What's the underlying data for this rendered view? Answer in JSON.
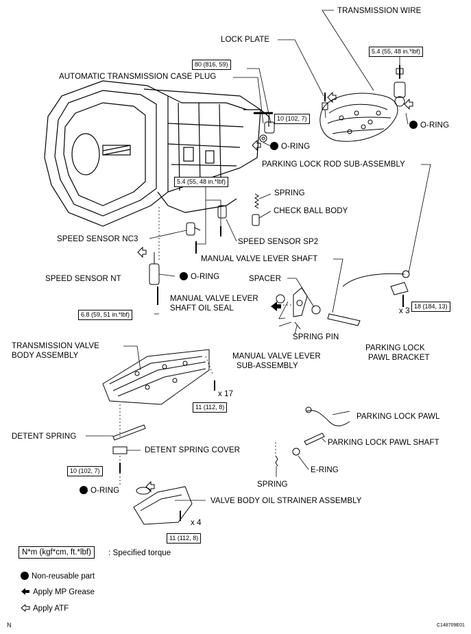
{
  "labels": {
    "transmission_wire": "TRANSMISSION WIRE",
    "lock_plate": "LOCK PLATE",
    "case_plug": "AUTOMATIC TRANSMISSION CASE PLUG",
    "o_ring": "O-RING",
    "parking_lock_rod": "PARKING LOCK ROD SUB-ASSEMBLY",
    "spring": "SPRING",
    "check_ball_body": "CHECK BALL BODY",
    "speed_sensor_nc3": "SPEED SENSOR NC3",
    "speed_sensor_sp2": "SPEED SENSOR SP2",
    "manual_valve_lever_shaft": "MANUAL VALVE LEVER SHAFT",
    "speed_sensor_nt": "SPEED SENSOR NT",
    "spacer": "SPACER",
    "mv_lever_shaft_oil_seal_1": "MANUAL VALVE LEVER",
    "mv_lever_shaft_oil_seal_2": "SHAFT OIL SEAL",
    "spring_pin": "SPRING PIN",
    "parking_lock_pawl_bracket_1": "PARKING LOCK",
    "parking_lock_pawl_bracket_2": "PAWL BRACKET",
    "transmission_valve_body_1": "TRANSMISSION VALVE",
    "transmission_valve_body_2": "BODY ASSEMBLY",
    "mv_lever_sub_assy_1": "MANUAL VALVE LEVER",
    "mv_lever_sub_assy_2": "SUB-ASSEMBLY",
    "parking_lock_pawl": "PARKING LOCK PAWL",
    "detent_spring": "DETENT SPRING",
    "parking_lock_pawl_shaft": "PARKING LOCK PAWL SHAFT",
    "detent_spring_cover": "DETENT SPRING COVER",
    "e_ring": "E-RING",
    "valve_body_oil_strainer": "VALVE BODY OIL STRAINER ASSEMBLY"
  },
  "torques": {
    "t_80": "80 (816, 59)",
    "t_54_a": "5.4 (55, 48 in.*lbf)",
    "t_10_a": "10 (102, 7)",
    "t_54_b": "5.4 (55, 48 in.*lbf)",
    "t_68": "6.8 (59, 51 in.*lbf)",
    "t_18": "18 (184, 13)",
    "t_11_a": "11 (112, 8)",
    "t_10_b": "10 (102, 7)",
    "t_11_b": "11 (112, 8)"
  },
  "multipliers": {
    "x3": "x 3",
    "x17": "x 17",
    "x4": "x 4"
  },
  "legend": {
    "unit_box": "N*m (kgf*cm, ft.*lbf)",
    "specified_torque": ": Specified torque",
    "non_reusable": "Non-reusable part",
    "mp_grease": "Apply MP Grease",
    "atf": "Apply ATF"
  },
  "footer": {
    "n_mark": "N",
    "code": "C148709E01"
  }
}
